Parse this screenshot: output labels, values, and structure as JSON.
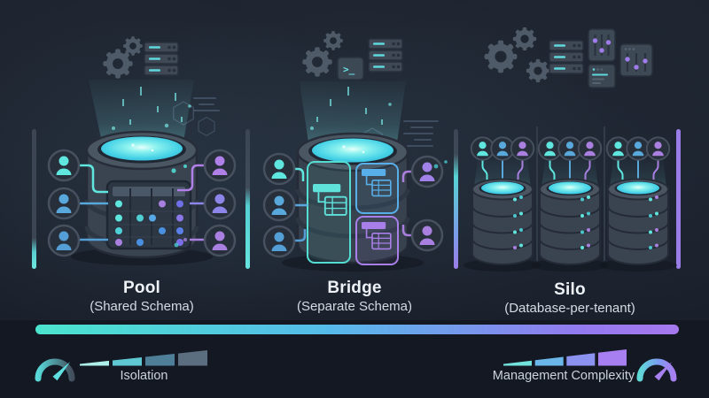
{
  "sections": [
    {
      "title": "Pool",
      "subtitle": "(Shared Schema)"
    },
    {
      "title": "Bridge",
      "subtitle": "(Separate Schema)"
    },
    {
      "title": "Silo",
      "subtitle": "(Database-per-tenant)"
    }
  ],
  "spectrum": {
    "left_label": "Isolation",
    "right_label": "Management Complexity",
    "gradient": [
      "#4be4cd",
      "#55bbe9",
      "#a678ee"
    ]
  },
  "icons": {
    "terminal_glyph": ">_"
  },
  "colors": {
    "tenant_cyan": "#5ee6df",
    "tenant_blue": "#58a8dc",
    "tenant_purple": "#a97fe0",
    "background": "#1b212b"
  }
}
